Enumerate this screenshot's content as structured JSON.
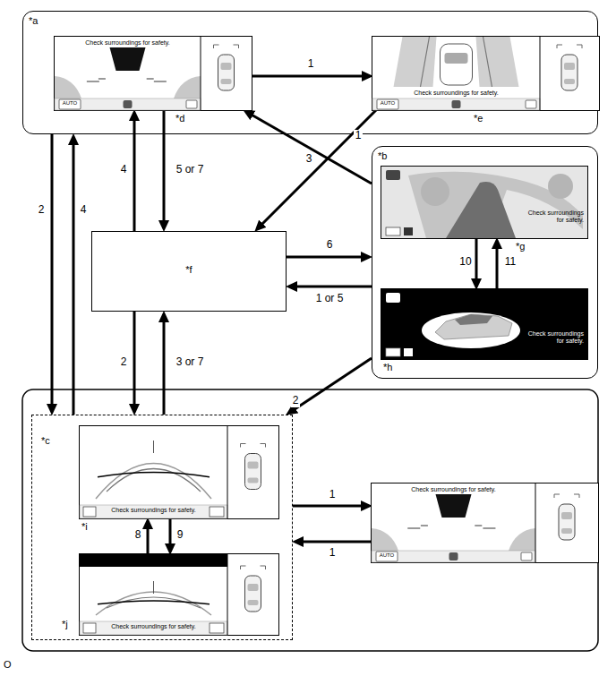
{
  "diagram": {
    "nodes": [
      {
        "text": [
          "*a"
        ]
      },
      {
        "text": [
          "Check surroundings for safety.",
          "AUTO",
          "*d"
        ],
        "in": 0
      },
      {
        "text": [
          "Check surroundings for safety.",
          "AUTO",
          "*e"
        ],
        "in": 0
      },
      {
        "text": [
          "*f"
        ]
      },
      {
        "text": [
          "*b"
        ]
      },
      {
        "text": [
          "Check surroundings for safety.",
          "*g"
        ],
        "in": 4
      },
      {
        "text": [
          "Check surroundings for safety.",
          "*h"
        ],
        "in": 4
      },
      {
        "text": [
          "*c"
        ]
      },
      {
        "text": [
          "Check surroundings for safety.",
          "*i"
        ],
        "in": 7
      },
      {
        "text": [
          "Check surroundings for safety.",
          "*j"
        ],
        "in": 7
      },
      {
        "text": [
          "Check surroundings for safety.",
          "AUTO"
        ]
      }
    ],
    "edges": [
      {
        "from": 1,
        "to": 2,
        "arrow": "to",
        "label": "1"
      },
      {
        "from": 2,
        "to": 3,
        "arrow": "to",
        "label": "1"
      },
      {
        "from": 4,
        "to": 1,
        "arrow": "to",
        "label": "3"
      },
      {
        "from": 0,
        "to": 7,
        "arrow": "to",
        "label": "2"
      },
      {
        "from": 7,
        "to": 0,
        "arrow": "to",
        "label": "4"
      },
      {
        "from": 3,
        "to": 1,
        "arrow": "to",
        "label": "4"
      },
      {
        "from": 1,
        "to": 3,
        "arrow": "to",
        "label": "5 or 7"
      },
      {
        "from": 3,
        "to": 4,
        "arrow": "to",
        "label": "6"
      },
      {
        "from": 4,
        "to": 3,
        "arrow": "to",
        "label": "1 or 5"
      },
      {
        "from": 3,
        "to": 7,
        "arrow": "to",
        "label": "2"
      },
      {
        "from": 7,
        "to": 3,
        "arrow": "to",
        "label": "3 or 7"
      },
      {
        "from": 4,
        "to": 7,
        "arrow": "to",
        "label": "2"
      },
      {
        "from": 5,
        "to": 6,
        "arrow": "to",
        "label": "10"
      },
      {
        "from": 6,
        "to": 5,
        "arrow": "to",
        "label": "11"
      },
      {
        "from": 9,
        "to": 8,
        "arrow": "to",
        "label": "8"
      },
      {
        "from": 8,
        "to": 9,
        "arrow": "to",
        "label": "9"
      },
      {
        "from": 7,
        "to": 10,
        "arrow": "to",
        "label": "1"
      },
      {
        "from": 10,
        "to": 7,
        "arrow": "to",
        "label": "1"
      }
    ],
    "labels": [
      "O"
    ]
  }
}
